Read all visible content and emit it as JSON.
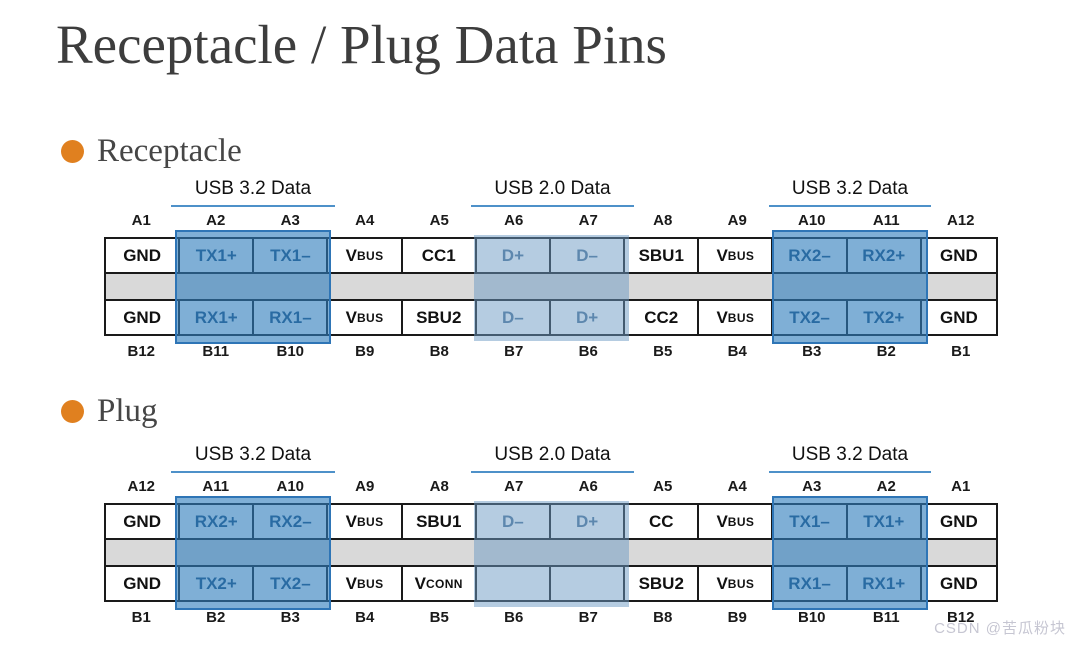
{
  "title": "Receptacle / Plug Data Pins",
  "watermark": "CSDN @苦瓜粉块",
  "colors": {
    "bullet_orange": "#E0801F",
    "usb3_highlight_border": "#2E75B6",
    "usb3_highlight_fill": "#7FAFD6",
    "usb2_highlight_fill": "#B5CCE1",
    "group_underline_blue": "#4E91C9",
    "highlight_text_navy": "#1F4E79",
    "spacer_gray": "#D9D9D9"
  },
  "sections": [
    {
      "heading": "Receptacle",
      "groups": [
        {
          "label": "USB 3.2 Data"
        },
        {
          "label": "USB 2.0 Data"
        },
        {
          "label": "USB 3.2 Data"
        }
      ],
      "top_labels": [
        "A1",
        "A2",
        "A3",
        "A4",
        "A5",
        "A6",
        "A7",
        "A8",
        "A9",
        "A10",
        "A11",
        "A12"
      ],
      "top_cells": [
        "GND",
        "TX1+",
        "TX1–",
        "VBUS",
        "CC1",
        "D+",
        "D–",
        "SBU1",
        "VBUS",
        "RX2–",
        "RX2+",
        "GND"
      ],
      "bottom_cells": [
        "GND",
        "RX1+",
        "RX1–",
        "VBUS",
        "SBU2",
        "D–",
        "D+",
        "CC2",
        "VBUS",
        "TX2–",
        "TX2+",
        "GND"
      ],
      "bottom_labels": [
        "B12",
        "B11",
        "B10",
        "B9",
        "B8",
        "B7",
        "B6",
        "B5",
        "B4",
        "B3",
        "B2",
        "B1"
      ]
    },
    {
      "heading": "Plug",
      "groups": [
        {
          "label": "USB 3.2 Data"
        },
        {
          "label": "USB 2.0 Data"
        },
        {
          "label": "USB 3.2 Data"
        }
      ],
      "top_labels": [
        "A12",
        "A11",
        "A10",
        "A9",
        "A8",
        "A7",
        "A6",
        "A5",
        "A4",
        "A3",
        "A2",
        "A1"
      ],
      "top_cells": [
        "GND",
        "RX2+",
        "RX2–",
        "VBUS",
        "SBU1",
        "D–",
        "D+",
        "CC",
        "VBUS",
        "TX1–",
        "TX1+",
        "GND"
      ],
      "bottom_cells": [
        "GND",
        "TX2+",
        "TX2–",
        "VBUS",
        "VCONN",
        "",
        "",
        "SBU2",
        "VBUS",
        "RX1–",
        "RX1+",
        "GND"
      ],
      "bottom_labels": [
        "B1",
        "B2",
        "B3",
        "B4",
        "B5",
        "B6",
        "B7",
        "B8",
        "B9",
        "B10",
        "B11",
        "B12"
      ]
    }
  ]
}
